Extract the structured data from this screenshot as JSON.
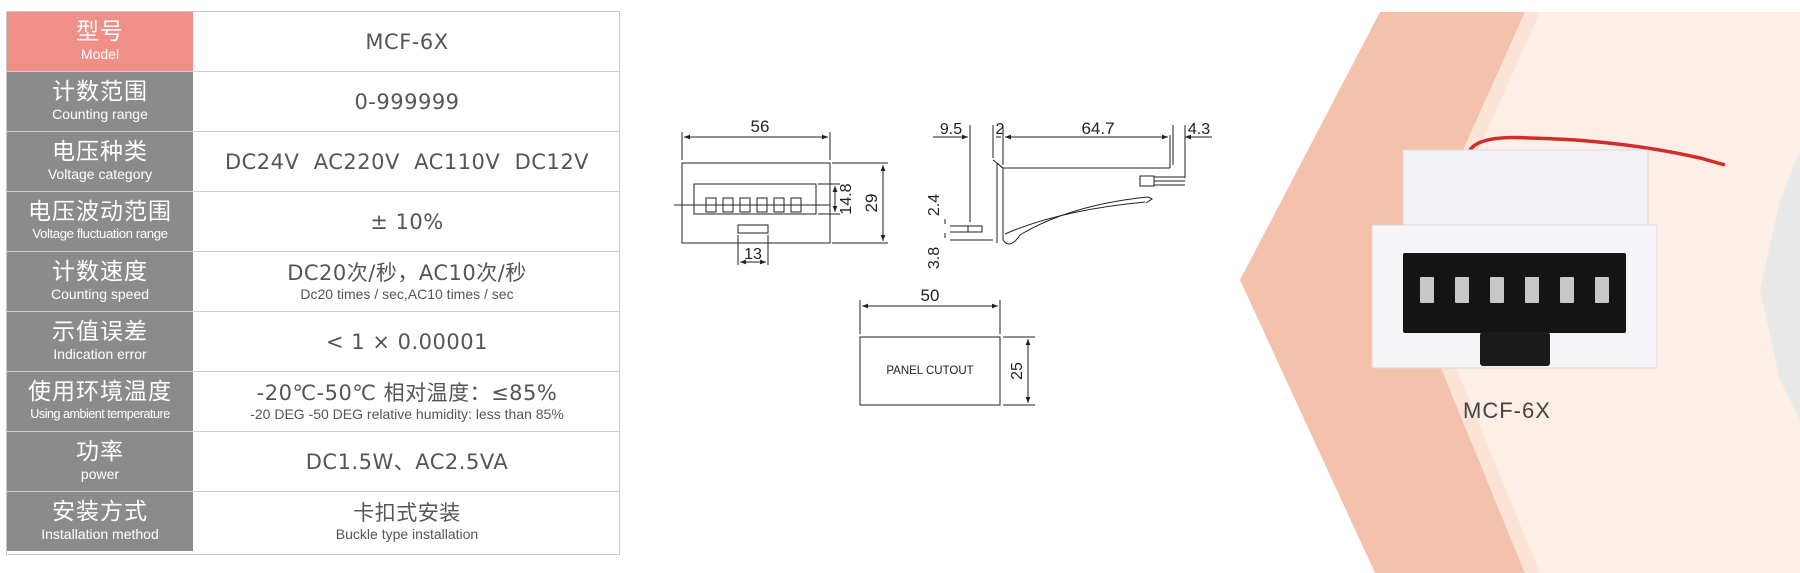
{
  "specs": [
    {
      "label_zh": "型号",
      "label_en": "Model",
      "value": "MCF-6X",
      "value_sub": ""
    },
    {
      "label_zh": "计数范围",
      "label_en": "Counting range",
      "value": "0-999999",
      "value_sub": ""
    },
    {
      "label_zh": "电压种类",
      "label_en": "Voltage category",
      "value": "DC24V  AC220V  AC110V  DC12V",
      "value_sub": ""
    },
    {
      "label_zh": "电压波动范围",
      "label_en": "Voltage fluctuation range",
      "value": "± 10%",
      "value_sub": ""
    },
    {
      "label_zh": "计数速度",
      "label_en": "Counting speed",
      "value": "DC20次/秒，AC10次/秒",
      "value_sub": "Dc20 times / sec,AC10 times / sec"
    },
    {
      "label_zh": "示值误差",
      "label_en": "Indication error",
      "value": "< 1 × 0.00001",
      "value_sub": ""
    },
    {
      "label_zh": "使用环境温度",
      "label_en": "Using ambient temperature",
      "value": "-20℃-50℃ 相对温度：≤85%",
      "value_sub": "-20 DEG -50 DEG relative humidity: less than 85%"
    },
    {
      "label_zh": "功率",
      "label_en": "power",
      "value": "DC1.5W、AC2.5VA",
      "value_sub": ""
    },
    {
      "label_zh": "安装方式",
      "label_en": "Installation method",
      "value": "卡扣式安装",
      "value_sub": "Buckle type installation"
    }
  ],
  "drawing": {
    "front_width": "56",
    "front_height": "29",
    "window_height": "14.8",
    "bottom_width": "13",
    "side_9_5": "9.5",
    "side_2": "2",
    "side_64_7": "64.7",
    "side_4_3": "4.3",
    "side_2_4": "2.4",
    "side_3_8": "3.8",
    "cutout_width": "50",
    "cutout_height": "25",
    "cutout_label": "PANEL CUTOUT"
  },
  "product": {
    "caption": "MCF-6X"
  },
  "colors": {
    "label_bg": "#8b8b8b",
    "label_bg_first": "#ef8f87",
    "chevron_light": "#fbe3d6",
    "chevron_dark": "#f4c2ac"
  }
}
